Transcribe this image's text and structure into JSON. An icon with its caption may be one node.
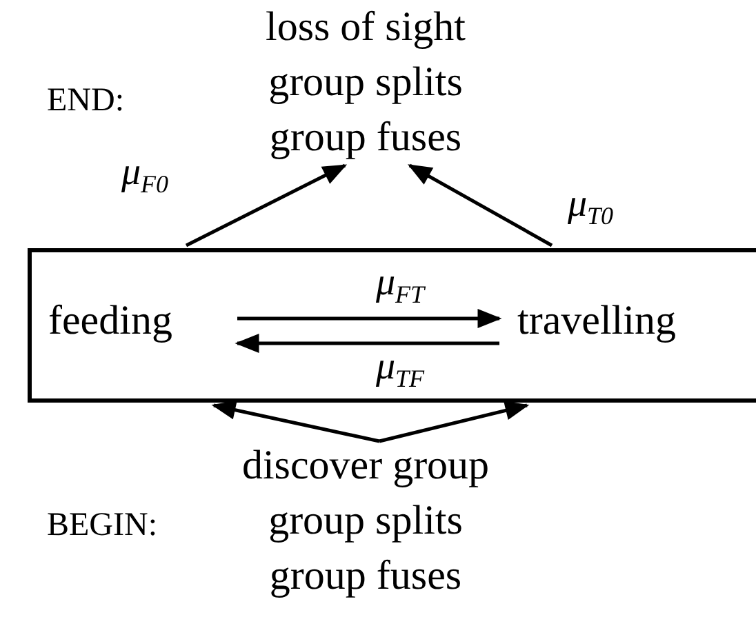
{
  "diagram": {
    "nodes": [
      {
        "text": [
          "loss of sight",
          "group splits",
          "group fuses"
        ]
      },
      {
        "text": [],
        "shape": "box"
      },
      {
        "text": [
          "feeding"
        ],
        "in": 1
      },
      {
        "text": [
          "travelling"
        ],
        "in": 1
      },
      {
        "text": [
          "discover group",
          "group splits",
          "group fuses"
        ]
      }
    ],
    "edges": [
      {
        "from": 1,
        "to": 0,
        "arrow": "to",
        "label": "μ$_{F0}$"
      },
      {
        "from": 1,
        "to": 0,
        "arrow": "to",
        "label": "μ$_{T0}$"
      },
      {
        "from": 2,
        "to": 3,
        "arrow": "to",
        "label": "μ$_{FT}$"
      },
      {
        "from": 3,
        "to": 2,
        "arrow": "to",
        "label": "μ$_{TF}$"
      },
      {
        "from": 4,
        "to": 1,
        "arrow": "to"
      },
      {
        "from": 4,
        "to": 1,
        "arrow": "to"
      }
    ],
    "labels": [
      "END:",
      "BEGIN:"
    ]
  }
}
